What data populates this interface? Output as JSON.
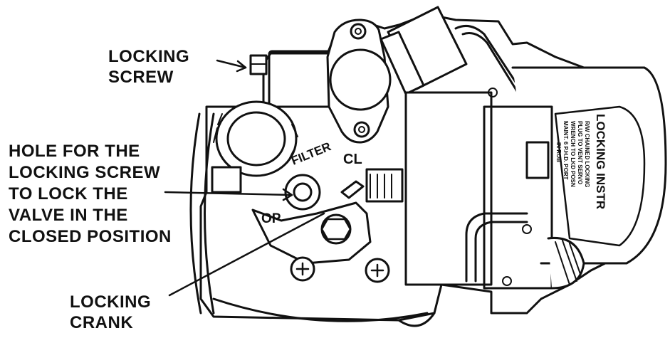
{
  "callouts": {
    "locking_screw": [
      "LOCKING",
      "SCREW"
    ],
    "hole": [
      "HOLE FOR THE",
      "LOCKING SCREW",
      "TO LOCK THE",
      "VALVE IN THE",
      "CLOSED POSITION"
    ],
    "locking_crank": [
      "LOCKING",
      "CRANK"
    ]
  },
  "markings": {
    "filter": "FILTER",
    "closed": "CL",
    "open": "OP"
  },
  "plate": {
    "lines": [
      "LOCKING INSTR",
      "R/W CHAINED LOCKING",
      "PLUG TO VENT SERVO",
      "WRENCH TO LKD POSN",
      "MAINT. 6 P.H.D. PORT",
      "IN ROB"
    ]
  },
  "colors": {
    "ink": "#111111",
    "paper": "#ffffff"
  }
}
